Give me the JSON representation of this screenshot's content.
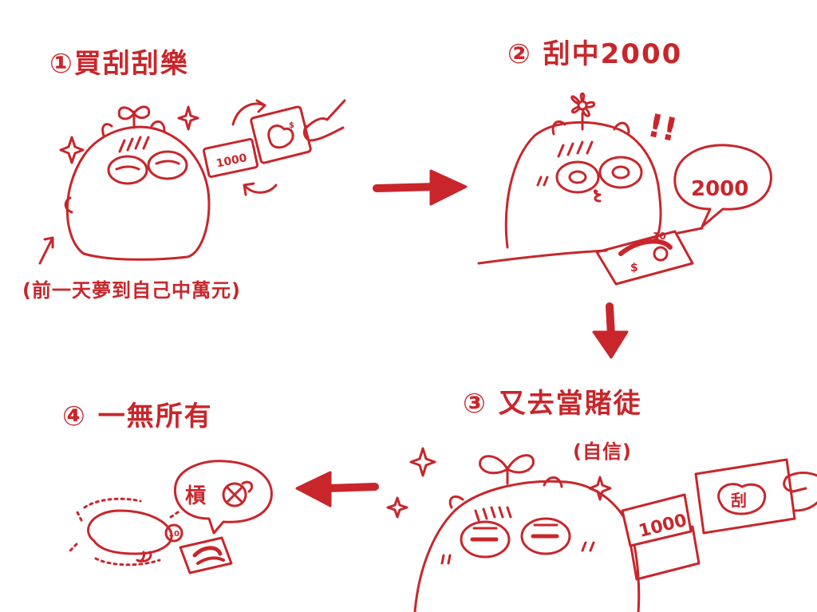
{
  "panels": [
    {
      "title": "①買刮刮樂",
      "note": "(前一天夢到自己中萬元)"
    },
    {
      "title": "② 刮中2000",
      "exclaim": "!!",
      "bubble": "2000",
      "ticket_value": "10"
    },
    {
      "title": "③ 又去當賭徒",
      "note": "(自信)",
      "bill": "1000",
      "ticket_label": "刮"
    },
    {
      "title": "④ 一無所有",
      "bubble": "槓",
      "ticket_value": "10"
    }
  ],
  "panel1": {
    "bill": "1000"
  },
  "colors": {
    "ink": "#c8262b",
    "background": "#ffffff"
  }
}
